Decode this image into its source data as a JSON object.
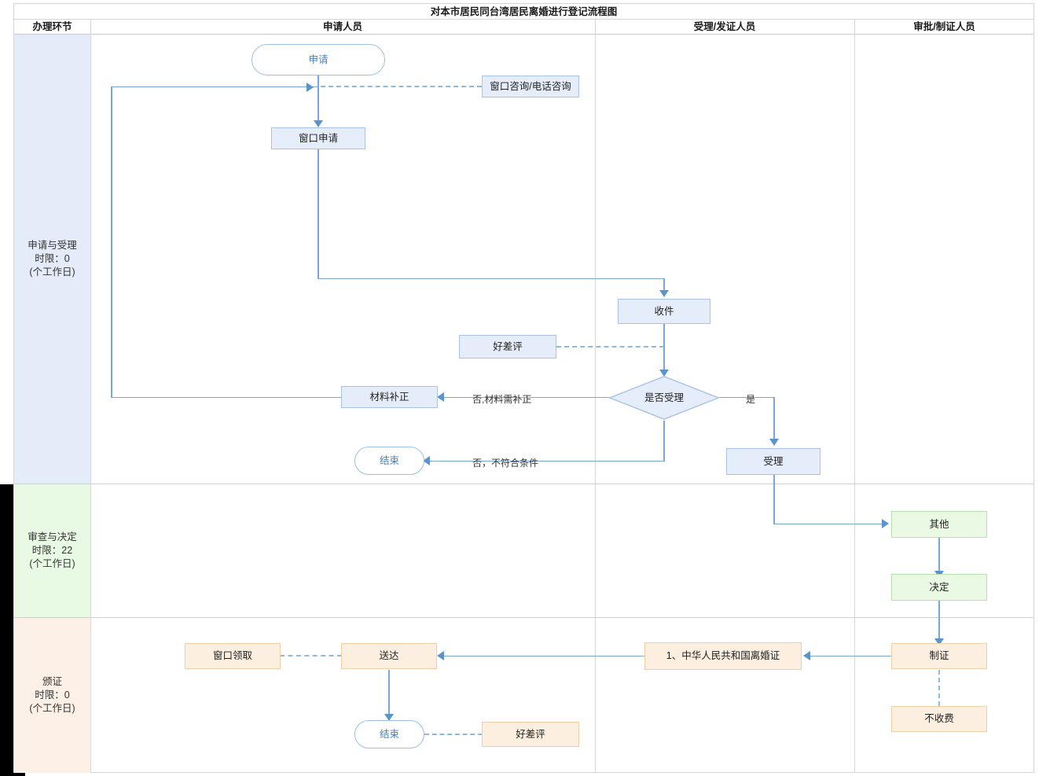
{
  "title": "对本市居民同台湾居民离婚进行登记流程图",
  "columns": [
    {
      "id": "stage",
      "label": "办理环节"
    },
    {
      "id": "applicant",
      "label": "申请人员"
    },
    {
      "id": "acceptor",
      "label": "受理/发证人员"
    },
    {
      "id": "approver",
      "label": "审批/制证人员"
    }
  ],
  "stages": [
    {
      "id": "apply-accept",
      "label": "申请与受理\n时限：0\n(个工作日)",
      "color": "#e4ecfa"
    },
    {
      "id": "review-decide",
      "label": "审查与决定\n时限：22\n(个工作日)",
      "color": "#e9fae4"
    },
    {
      "id": "issue-cert",
      "label": "颁证\n时限：0\n(个工作日)",
      "color": "#fdf0e6"
    }
  ],
  "nodes": {
    "start": "申请",
    "window_consult": "窗口咨询/电话咨询",
    "window_apply": "窗口申请",
    "receive": "收件",
    "review_rating_1": "好差评",
    "decision_accept": "是否受理",
    "material_fix": "材料补正",
    "end_1": "结束",
    "accept": "受理",
    "other": "其他",
    "decide": "决定",
    "make_cert": "制证",
    "no_fee": "不收费",
    "cert_item": "1、中华人民共和国离婚证",
    "deliver": "送达",
    "window_pickup": "窗口领取",
    "end_2": "结束",
    "review_rating_2": "好差评"
  },
  "edge_labels": {
    "no_need_fix": "否,材料需补正",
    "no_not_qualified": "否，不符合条件",
    "yes": "是"
  },
  "colors": {
    "node_blue_fill": "#e6edfa",
    "node_blue_border": "#a8c3e6",
    "node_green_fill": "#eaf9e4",
    "node_green_border": "#bcddb0",
    "node_orange_fill": "#fdefe0",
    "node_orange_border": "#f0cfa8",
    "connector": "#7aa8d6",
    "arrow": "#5b93cd",
    "terminal_text": "#4a7fc1"
  }
}
